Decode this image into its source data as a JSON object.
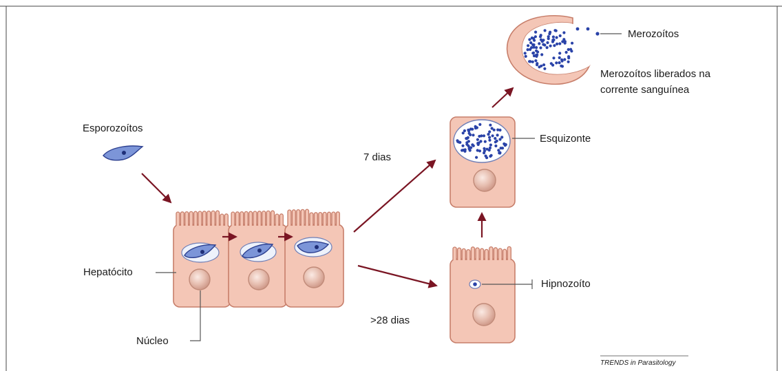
{
  "labels": {
    "sporozoites": "Esporozoítos",
    "hepatocyte": "Hepatócito",
    "nucleus": "Núcleo",
    "days7": "7 dias",
    "days28": ">28 dias",
    "schizont": "Esquizonte",
    "hypnozoite": "Hipnozoíto",
    "merozoites": "Merozoítos",
    "released_line1": "Merozoítos liberados na",
    "released_line2": "corrente sanguínea",
    "credit": "TRENDS in Parasitology"
  },
  "colors": {
    "cell_fill": "#f4c6b6",
    "cell_stroke": "#c77e6a",
    "parasite_fill": "#7c95d8",
    "parasite_dots": "#2a43a8",
    "arrow": "#7a1523"
  }
}
